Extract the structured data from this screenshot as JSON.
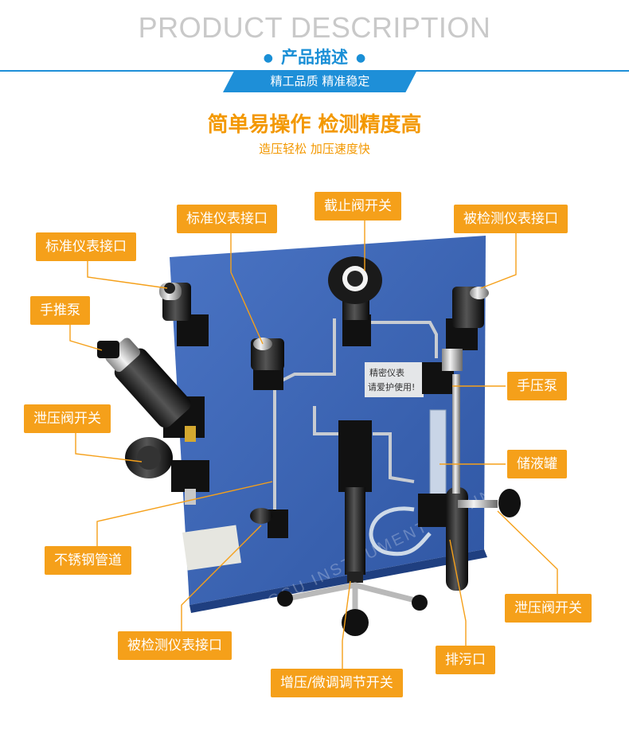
{
  "header": {
    "title": "PRODUCT DESCRIPTION",
    "subtitle": "产品描述",
    "band": "精工品质  精准稳定"
  },
  "headline": "简单易操作 检测精度高",
  "subheadline": "造压轻松  加压速度快",
  "device": {
    "plate_text_line1": "精密仪表",
    "plate_text_line2": "请爱护使用!",
    "watermark": "JIANGSU INSTRUMENT TECHNOLOGY"
  },
  "callouts": {
    "std_gauge_top": "标准仪表接口",
    "std_gauge_left": "标准仪表接口",
    "stop_valve": "截止阀开关",
    "test_gauge_top": "被检测仪表接口",
    "hand_push_pump": "手推泵",
    "relief_valve_left": "泄压阀开关",
    "hand_pressure_pump": "手压泵",
    "reservoir": "储液罐",
    "steel_pipe": "不锈钢管道",
    "relief_valve_right": "泄压阀开关",
    "test_gauge_bottom": "被检测仪表接口",
    "drain": "排污口",
    "fine_adjust": "增压/微调调节开关"
  },
  "colors": {
    "accent_orange": "#f5a01a",
    "accent_blue": "#1e8fd8",
    "panel_blue": "#3d66b8"
  }
}
